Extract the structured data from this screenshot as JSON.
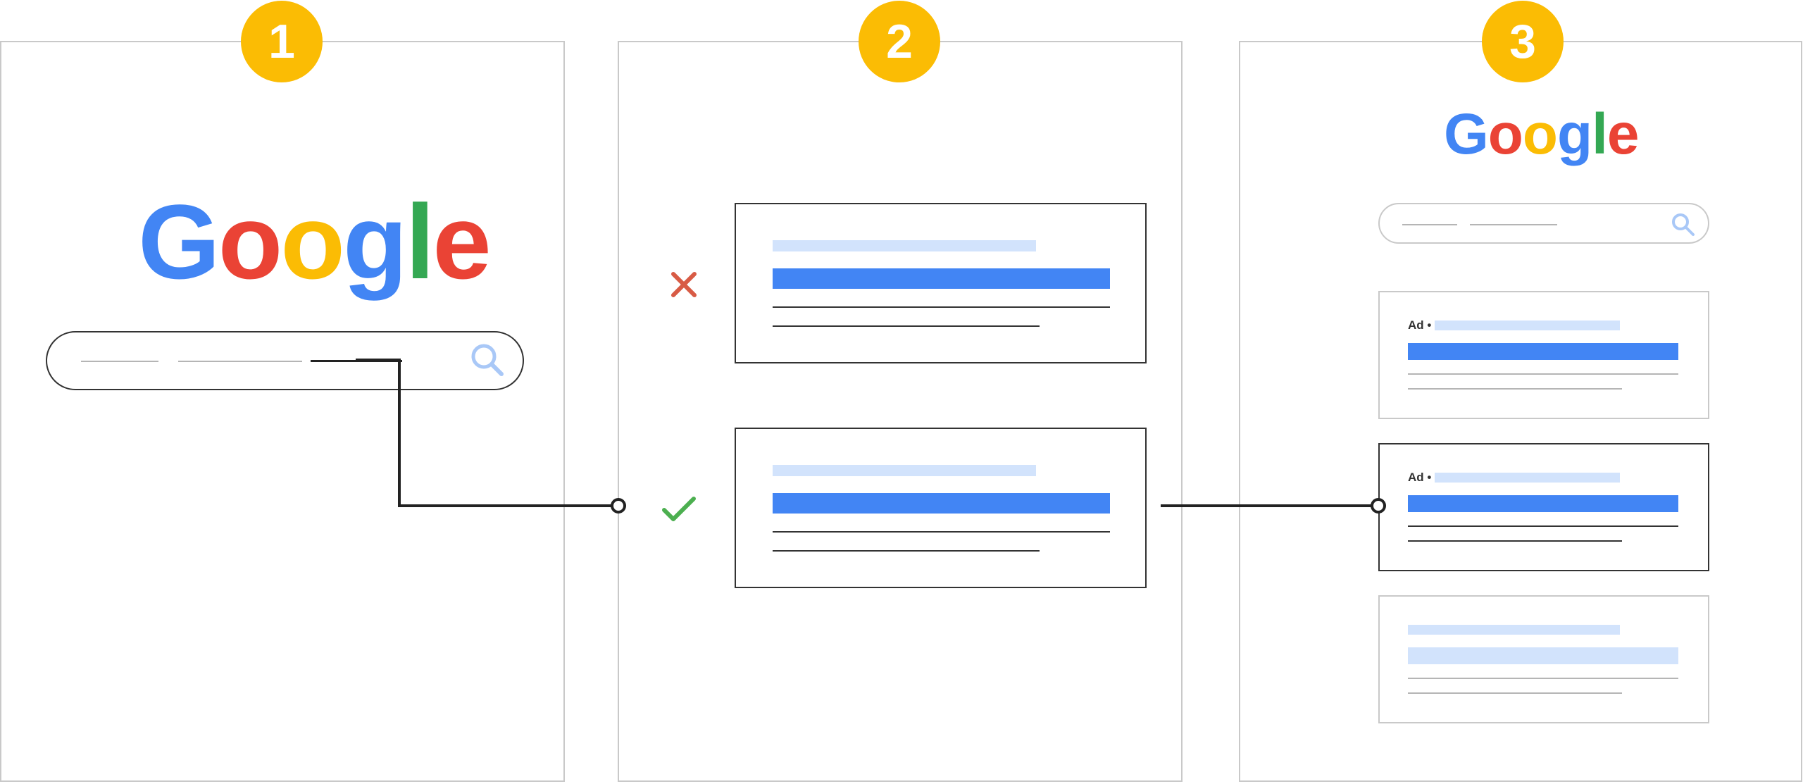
{
  "steps": [
    {
      "number": "1"
    },
    {
      "number": "2"
    },
    {
      "number": "3"
    }
  ],
  "logo": {
    "letters": [
      "G",
      "o",
      "o",
      "g",
      "l",
      "e"
    ],
    "colors": [
      "#4285f4",
      "#ea4335",
      "#fbbc04",
      "#4285f4",
      "#34a853",
      "#ea4335"
    ]
  },
  "ads": {
    "ad_label": "Ad •"
  },
  "colors": {
    "badge": "#fbbc04",
    "accent_blue": "#4285f4",
    "light_blue": "#d2e3fc",
    "reject_red": "#d85b45",
    "approve_green": "#4caf50",
    "stroke": "#222222",
    "panel_border": "#c9c9c9"
  },
  "icons": {
    "search": "search-icon",
    "reject": "cross-icon",
    "approve": "check-icon"
  }
}
